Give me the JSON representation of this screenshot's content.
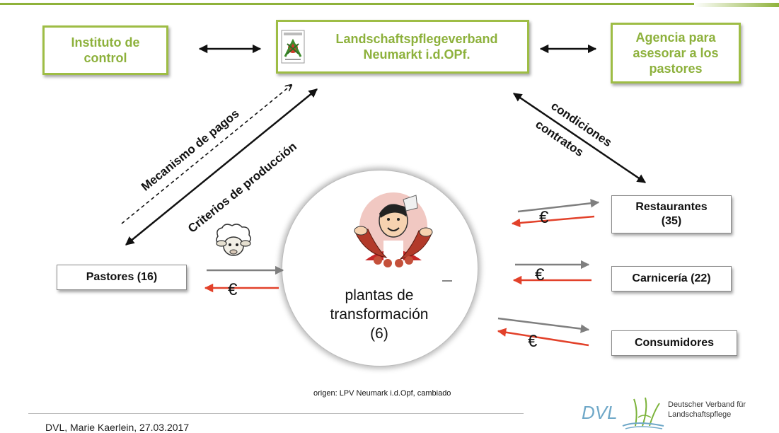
{
  "boxes": {
    "instituto": "Instituto de\ncontrol",
    "lpv": "Landschaftspflegeverband\nNeumarkt i.d.OPf.",
    "agencia": "Agencia para\nasesorar a los\npastores",
    "pastores": "Pastores (16)",
    "restaurantes": "Restaurantes\n(35)",
    "carniceria": "Carnicería (22)",
    "consumidores": "Consumidores"
  },
  "arrow_labels": {
    "mecanismo": "Mecanismo de pagos",
    "criterios": "Criterios de producción",
    "condiciones": "condiciones",
    "contratos": "contratos"
  },
  "circle": {
    "label": "plantas de\ntransformación\n(6)"
  },
  "euro_symbol": "€",
  "source_note": "origen: LPV Neumark i.d.Opf, cambiado",
  "footer": "DVL, Marie Kaerlein, 27.03.2017",
  "logo": {
    "text": "DVL",
    "org_name": "Deutscher Verband für\nLandschaftspflege"
  },
  "icons": {
    "lpv_logo": "lpv-emblem-icon",
    "butcher": "butcher-with-sausages-icon",
    "sheep": "sheep-icon",
    "dvl": "dvl-grass-logo-icon"
  },
  "colors": {
    "accent_green": "#9ebd45",
    "green_text": "#8db13c",
    "flow_gray": "#7f7f7f",
    "money_red": "#e2412a"
  }
}
